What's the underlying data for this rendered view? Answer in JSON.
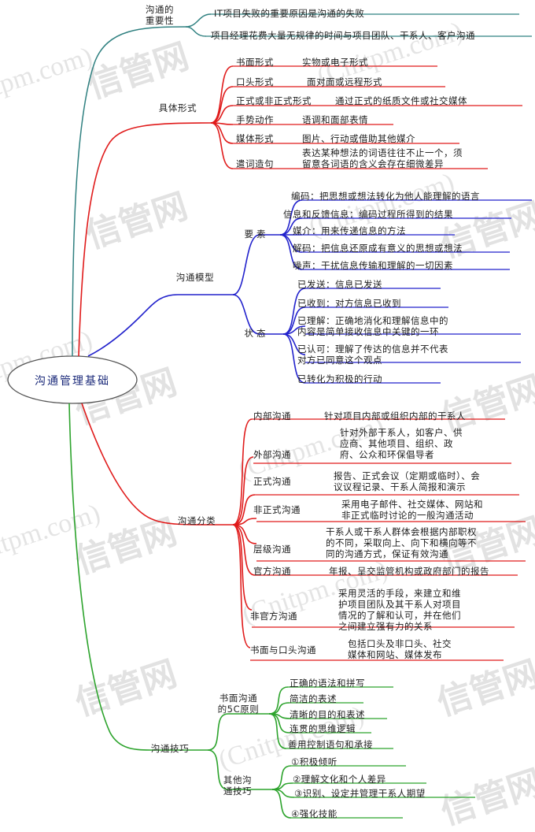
{
  "meta": {
    "colors": {
      "root_stroke": "#555555",
      "root_text": "#1b2a7a",
      "teal": "#2f8080",
      "red": "#e01b1b",
      "blue": "#2222cc",
      "green": "#2ca32c",
      "text": "#1c1c1c",
      "watermark": "#dcdcdc",
      "background": "#ffffff"
    }
  },
  "watermark": {
    "big": "信管网",
    "small": "(Cnitpm.com)"
  },
  "root": {
    "label": "沟通管理基础"
  },
  "branches": [
    {
      "id": "importance",
      "label": "沟通的\n重要性",
      "color": "#2f8080",
      "leaves": [
        {
          "text": "IT项目失败的重要原因是沟通的失败"
        },
        {
          "text": "项目经理花费大量无规律的时间与项目团队、干系人、客户沟通"
        }
      ]
    },
    {
      "id": "forms",
      "label": "具体形式",
      "color": "#e01b1b",
      "leaves": [
        {
          "name": "书面形式",
          "desc": "实物或电子形式"
        },
        {
          "name": "口头形式",
          "desc": "面对面或远程形式"
        },
        {
          "name": "正式或非正式形式",
          "desc": "通过正式的纸质文件或社交媒体"
        },
        {
          "name": "手势动作",
          "desc": "语调和面部表情"
        },
        {
          "name": "媒体形式",
          "desc": "图片、行动或借助其他媒介"
        },
        {
          "name": "遣词造句",
          "desc": "表达某种想法的词语往往不止一个，须\n留意各词语的含义会存在细微差异"
        }
      ]
    },
    {
      "id": "model",
      "label": "沟通模型",
      "color": "#2222cc",
      "groups": [
        {
          "label": "要素",
          "leaves": [
            {
              "text": "编码：把思想或想法转化为他人能理解的语言"
            },
            {
              "text": "信息和反馈信息：编码过程所得到的结果"
            },
            {
              "text": "媒介：用来传递信息的方法"
            },
            {
              "text": "解码：把信息还原成有意义的思想或想法"
            },
            {
              "text": "噪声：干扰信息传输和理解的一切因素"
            }
          ]
        },
        {
          "label": "状态",
          "leaves": [
            {
              "text": "已发送：信息已发送"
            },
            {
              "text": "已收到：对方信息已收到"
            },
            {
              "text": "已理解：正确地消化和理解信息中的\n内容是简单接收信息中关键的一环"
            },
            {
              "text": "已认可：理解了传达的信息并不代表\n对方已同意这个观点"
            },
            {
              "text": "已转化为积极的行动"
            }
          ]
        }
      ]
    },
    {
      "id": "classification",
      "label": "沟通分类",
      "color": "#e01b1b",
      "leaves": [
        {
          "name": "内部沟通",
          "desc": "针对项目内部或组织内部的干系人"
        },
        {
          "name": "外部沟通",
          "desc": "针对外部干系人，如客户、供\n应商、其他项目、组织、政\n府、公众和环保倡导者"
        },
        {
          "name": "正式沟通",
          "desc": "报告、正式会议（定期或临时）、会\n议议程记录、干系人简报和演示"
        },
        {
          "name": "非正式沟通",
          "desc": "采用电子邮件、社交媒体、网站和\n非正式临时讨论的一般沟通活动"
        },
        {
          "name": "层级沟通",
          "desc": "干系人或干系人群体会根据内部职权\n的不同，采取向上、向下和横向等不\n同的沟通方式，保证有效沟通"
        },
        {
          "name": "官方沟通",
          "desc": "年报、呈交监管机构或政府部门的报告"
        },
        {
          "name": "非官方沟通",
          "desc": "采用灵活的手段，来建立和维\n护项目团队及其干系人对项目\n情况的了解和认可，并在他们\n之间建立强有力的关系"
        },
        {
          "name": "书面与口头沟通",
          "desc": "包括口头及非口头、社交\n媒体和网站、媒体发布"
        }
      ]
    },
    {
      "id": "skills",
      "label": "沟通技巧",
      "color": "#2ca32c",
      "groups": [
        {
          "label": "书面沟通\n的5C原则",
          "leaves": [
            {
              "text": "正确的语法和拼写"
            },
            {
              "text": "简洁的表述"
            },
            {
              "text": "清晰的目的和表述"
            },
            {
              "text": "连贯的思维逻辑"
            },
            {
              "text": "善用控制语句和承接"
            }
          ]
        },
        {
          "label": "其他沟\n通技巧",
          "leaves": [
            {
              "text": "①积极倾听"
            },
            {
              "text": "②理解文化和个人差异"
            },
            {
              "text": "③识别、设定并管理干系人期望"
            },
            {
              "text": "④强化技能"
            }
          ]
        }
      ]
    }
  ]
}
